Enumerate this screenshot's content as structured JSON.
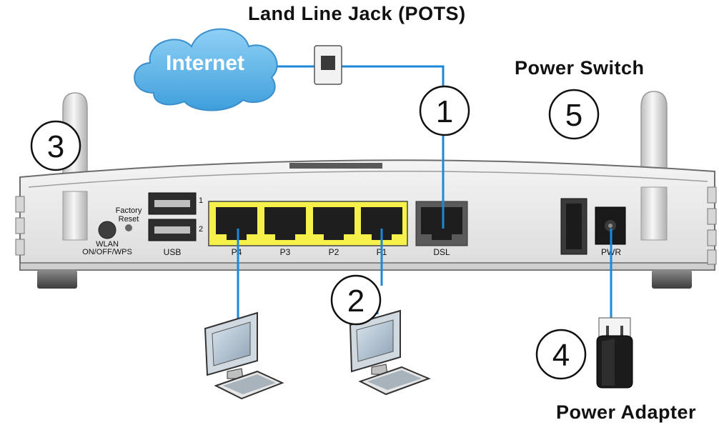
{
  "labels": {
    "land_line_jack": "Land Line Jack (POTS)",
    "power_switch": "Power Switch",
    "power_adapter": "Power Adapter",
    "internet": "Internet"
  },
  "ports": {
    "usb_index_1": "1",
    "usb_index_2": "2",
    "usb": "USB",
    "factory_reset_line1": "Factory",
    "factory_reset_line2": "Reset",
    "wlan_line1": "WLAN",
    "wlan_line2": "ON/OFF/WPS",
    "p4": "P4",
    "p3": "P3",
    "p2": "P2",
    "p1": "P1",
    "dsl": "DSL",
    "pwr": "PWR"
  },
  "callouts": {
    "c1": "1",
    "c2": "2",
    "c3": "3",
    "c4": "4",
    "c5": "5"
  },
  "colors": {
    "cable": "#1e88d6",
    "cloud": "#5fb3e6",
    "lan_port_highlight": "#f5f04a",
    "router_body": "#e9e9e9"
  }
}
